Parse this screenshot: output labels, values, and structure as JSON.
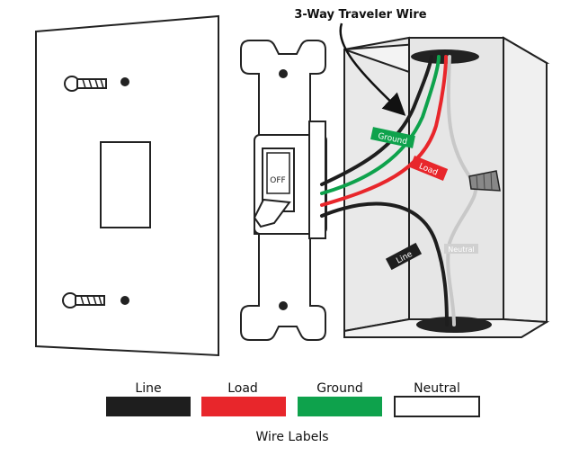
{
  "callout": {
    "text": "3-Way Traveler Wire"
  },
  "switch": {
    "state_label": "OFF"
  },
  "wire_tags": {
    "ground": "Ground",
    "load": "Load",
    "line": "Line",
    "neutral": "Neutral"
  },
  "legend": {
    "title": "Wire Labels",
    "items": [
      {
        "label": "Line",
        "color": "#1e1e1e"
      },
      {
        "label": "Load",
        "color": "#e8262b"
      },
      {
        "label": "Ground",
        "color": "#0ea24c"
      },
      {
        "label": "Neutral",
        "color": "#ffffff"
      }
    ]
  },
  "colors": {
    "line": "#1e1e1e",
    "load": "#e8262b",
    "ground": "#0ea24c",
    "neutral": "#c8c8c8",
    "outline": "#222222",
    "box_fill": "#e9e9e9"
  }
}
